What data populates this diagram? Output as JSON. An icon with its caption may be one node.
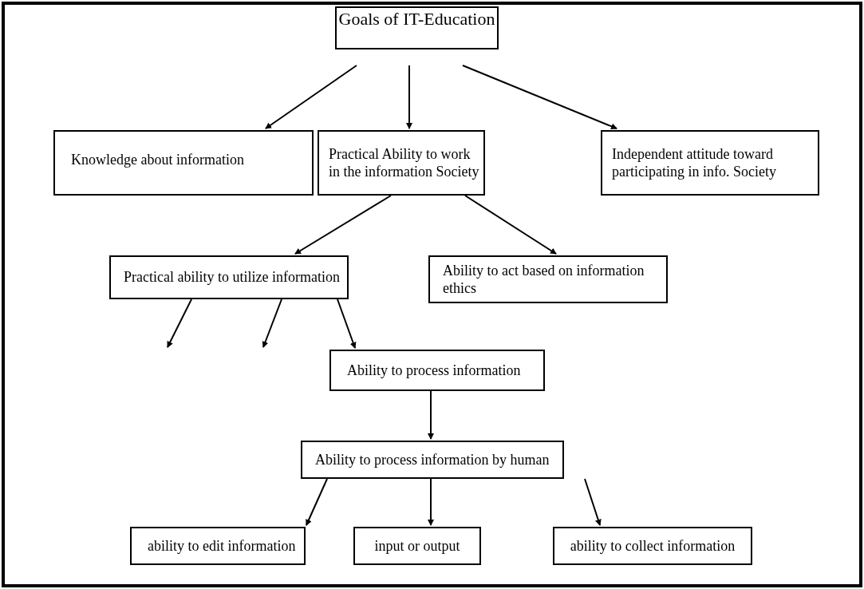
{
  "diagram": {
    "nodes": [
      {
        "text": [
          "Goals of IT-Education"
        ]
      },
      {
        "text": [
          "Knowledge about information"
        ]
      },
      {
        "text": [
          "Practical Ability to work in the information Society"
        ]
      },
      {
        "text": [
          "Independent attitude toward participating in info. Society"
        ]
      },
      {
        "text": [
          "Practical ability to utilize information"
        ]
      },
      {
        "text": [
          "Ability to act based on information ethics"
        ]
      },
      {
        "text": [
          "Ability to process information"
        ]
      },
      {
        "text": [
          "Ability to process information by human"
        ]
      },
      {
        "text": [
          "ability to edit information"
        ]
      },
      {
        "text": [
          "input or output"
        ]
      },
      {
        "text": [
          "ability to collect information"
        ]
      }
    ],
    "edges": [
      {
        "from": 0,
        "to": 1,
        "arrow": "to"
      },
      {
        "from": 0,
        "to": 2,
        "arrow": "to"
      },
      {
        "from": 0,
        "to": 3,
        "arrow": "to"
      },
      {
        "from": 2,
        "to": 4,
        "arrow": "to"
      },
      {
        "from": 2,
        "to": 5,
        "arrow": "to"
      },
      {
        "from": 4,
        "to": null,
        "arrow": "to"
      },
      {
        "from": 4,
        "to": null,
        "arrow": "to"
      },
      {
        "from": 4,
        "to": 6,
        "arrow": "to"
      },
      {
        "from": 6,
        "to": 7,
        "arrow": "to"
      },
      {
        "from": 7,
        "to": 8,
        "arrow": "to"
      },
      {
        "from": 7,
        "to": 9,
        "arrow": "to"
      },
      {
        "from": 7,
        "to": 10,
        "arrow": "to"
      }
    ]
  }
}
